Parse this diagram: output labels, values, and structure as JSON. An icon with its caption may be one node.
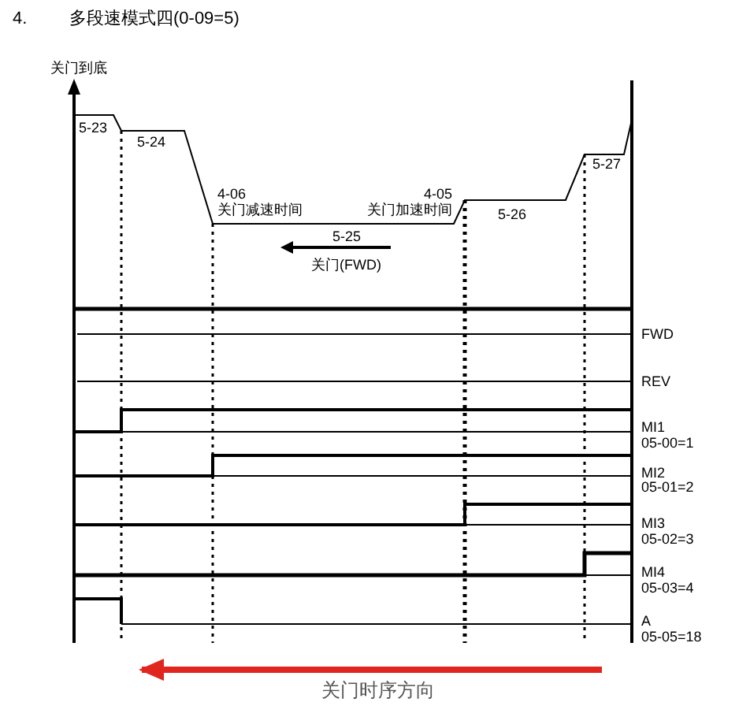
{
  "diagram": {
    "title": "多段速模式四(0-09=5)",
    "labels": [
      "4.",
      "关门到底",
      "5-23",
      "5-24",
      "4-06",
      "关门减速时间",
      "4-05",
      "关门加速时间",
      "5-26",
      "5-27",
      "5-25",
      "关门(FWD)",
      "FWD",
      "REV",
      "MI1",
      "05-00=1",
      "MI2",
      "05-01=2",
      "MI3",
      "05-02=3",
      "MI4",
      "05-03=4",
      "A",
      "05-05=18",
      "关门时序方向"
    ]
  }
}
